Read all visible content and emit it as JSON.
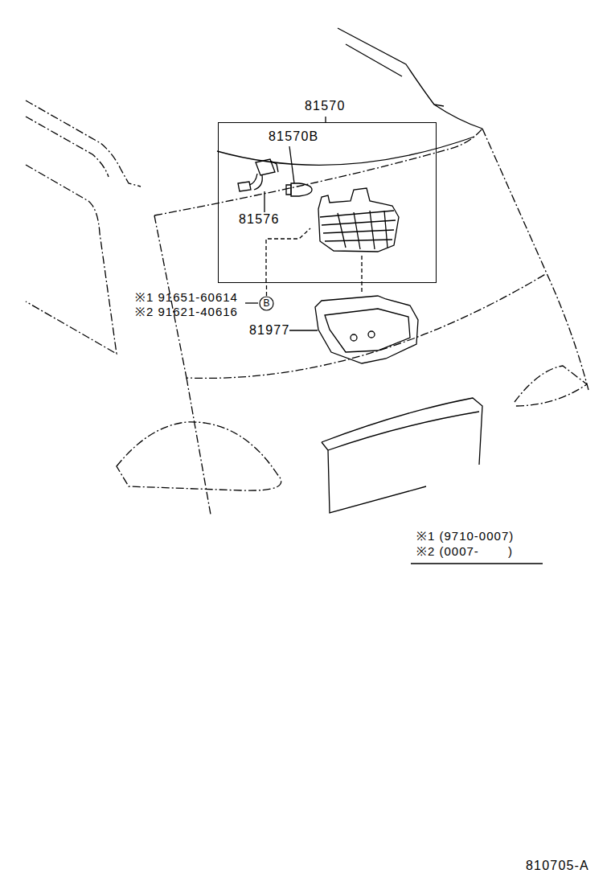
{
  "diagram": {
    "nodes": [
      {
        "text": [
          "81570"
        ]
      },
      {
        "text": [
          "B"
        ]
      }
    ],
    "edges": [
      {
        "from": 1,
        "to": 0,
        "arrow": "none"
      }
    ],
    "labels": [
      "81570B",
      "81576",
      "※1 91651-60614",
      "※2 91621-40616",
      "81977",
      "※1 (9710-0007)",
      "※2 (0007-       )",
      "810705-A"
    ]
  }
}
